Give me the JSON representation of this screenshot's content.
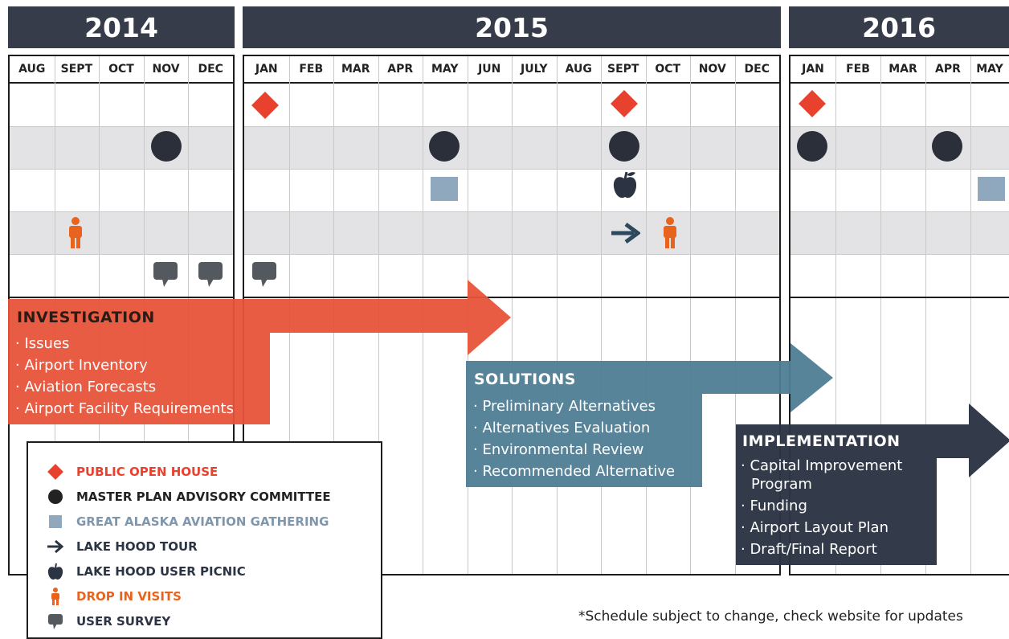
{
  "years": [
    "2014",
    "2015",
    "2016"
  ],
  "months_2014": [
    "AUG",
    "SEPT",
    "OCT",
    "NOV",
    "DEC"
  ],
  "months_2015": [
    "JAN",
    "FEB",
    "MAR",
    "APR",
    "MAY",
    "JUN",
    "JULY",
    "AUG",
    "SEPT",
    "OCT",
    "NOV",
    "DEC"
  ],
  "months_2016": [
    "JAN",
    "FEB",
    "MAR",
    "APR",
    "MAY"
  ],
  "phases": {
    "investigation": {
      "title": "INVESTIGATION",
      "items": [
        "· Issues",
        "· Airport Inventory",
        "· Aviation Forecasts",
        "· Airport Facility Requirements"
      ],
      "color": "#e8533a"
    },
    "solutions": {
      "title": "SOLUTIONS",
      "items": [
        "· Preliminary Alternatives",
        "· Alternatives Evaluation",
        "· Environmental Review",
        "· Recommended Alternative"
      ],
      "color": "#4f7d94"
    },
    "implementation": {
      "title": "IMPLEMENTATION",
      "items": [
        "· Capital Improvement",
        "Program",
        "· Funding",
        "· Airport Layout Plan",
        "· Draft/Final Report"
      ],
      "color": "#2c3444"
    }
  },
  "legend": [
    {
      "label": "PUBLIC OPEN HOUSE",
      "icon": "diamond-icon",
      "color": "#e8412e"
    },
    {
      "label": "MASTER PLAN ADVISORY COMMITTEE",
      "icon": "circle-icon",
      "color": "#222222"
    },
    {
      "label": "GREAT ALASKA AVIATION GATHERING",
      "icon": "square-icon",
      "color": "#7f97ad"
    },
    {
      "label": "LAKE HOOD TOUR",
      "icon": "arrow-icon",
      "color": "#2c3444"
    },
    {
      "label": "LAKE HOOD USER PICNIC",
      "icon": "apple-icon",
      "color": "#2c3444"
    },
    {
      "label": "DROP IN VISITS",
      "icon": "person-icon",
      "color": "#e8631e"
    },
    {
      "label": "USER SURVEY",
      "icon": "speech-bubble-icon",
      "color": "#2c3444"
    }
  ],
  "footnote": "*Schedule subject to change, check website for updates"
}
